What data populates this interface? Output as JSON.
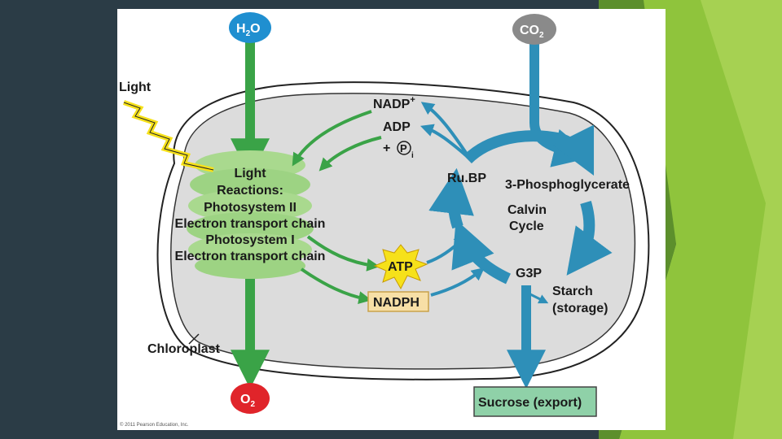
{
  "labels": {
    "water": "H",
    "water_sub": "2",
    "water_o": "O",
    "co2": "CO",
    "co2_sub": "2",
    "oxygen": "O",
    "oxygen_sub": "2",
    "light": "Light",
    "nadp": "NADP",
    "nadp_sup": "+",
    "adp": "ADP",
    "plus": "+",
    "pi_p": "P",
    "pi_i": "i",
    "light_reactions": [
      "Light",
      "Reactions:",
      "Photosystem II",
      "Electron transport chain",
      "Photosystem I",
      "Electron transport chain"
    ],
    "rubp": "Ru.BP",
    "phosphoglycerate": "3-Phosphoglycerate",
    "calvin": [
      "Calvin",
      "Cycle"
    ],
    "atp": "ATP",
    "nadph": "NADPH",
    "g3p": "G3P",
    "starch": [
      "Starch",
      "(storage)"
    ],
    "chloroplast": "Chloroplast",
    "sucrose": "Sucrose (export)",
    "copyright": "© 2011 Pearson Education, Inc."
  },
  "colors": {
    "slide_bg": "#2b3c46",
    "accent_green": "#8fc43c",
    "water_blue": "#1f8fd0",
    "co2_gray": "#8a8a8a",
    "oxygen_red": "#e0242a",
    "arrow_green": "#3aa347",
    "arrow_blue": "#2e8fb8",
    "chloroplast_fill": "#dcdcdc",
    "thylakoid_green": "#a9d98e",
    "atp_yellow": "#f6e11a",
    "nadph_fill": "#f7dfa6",
    "sucrose_fill": "#8fd1a8"
  }
}
